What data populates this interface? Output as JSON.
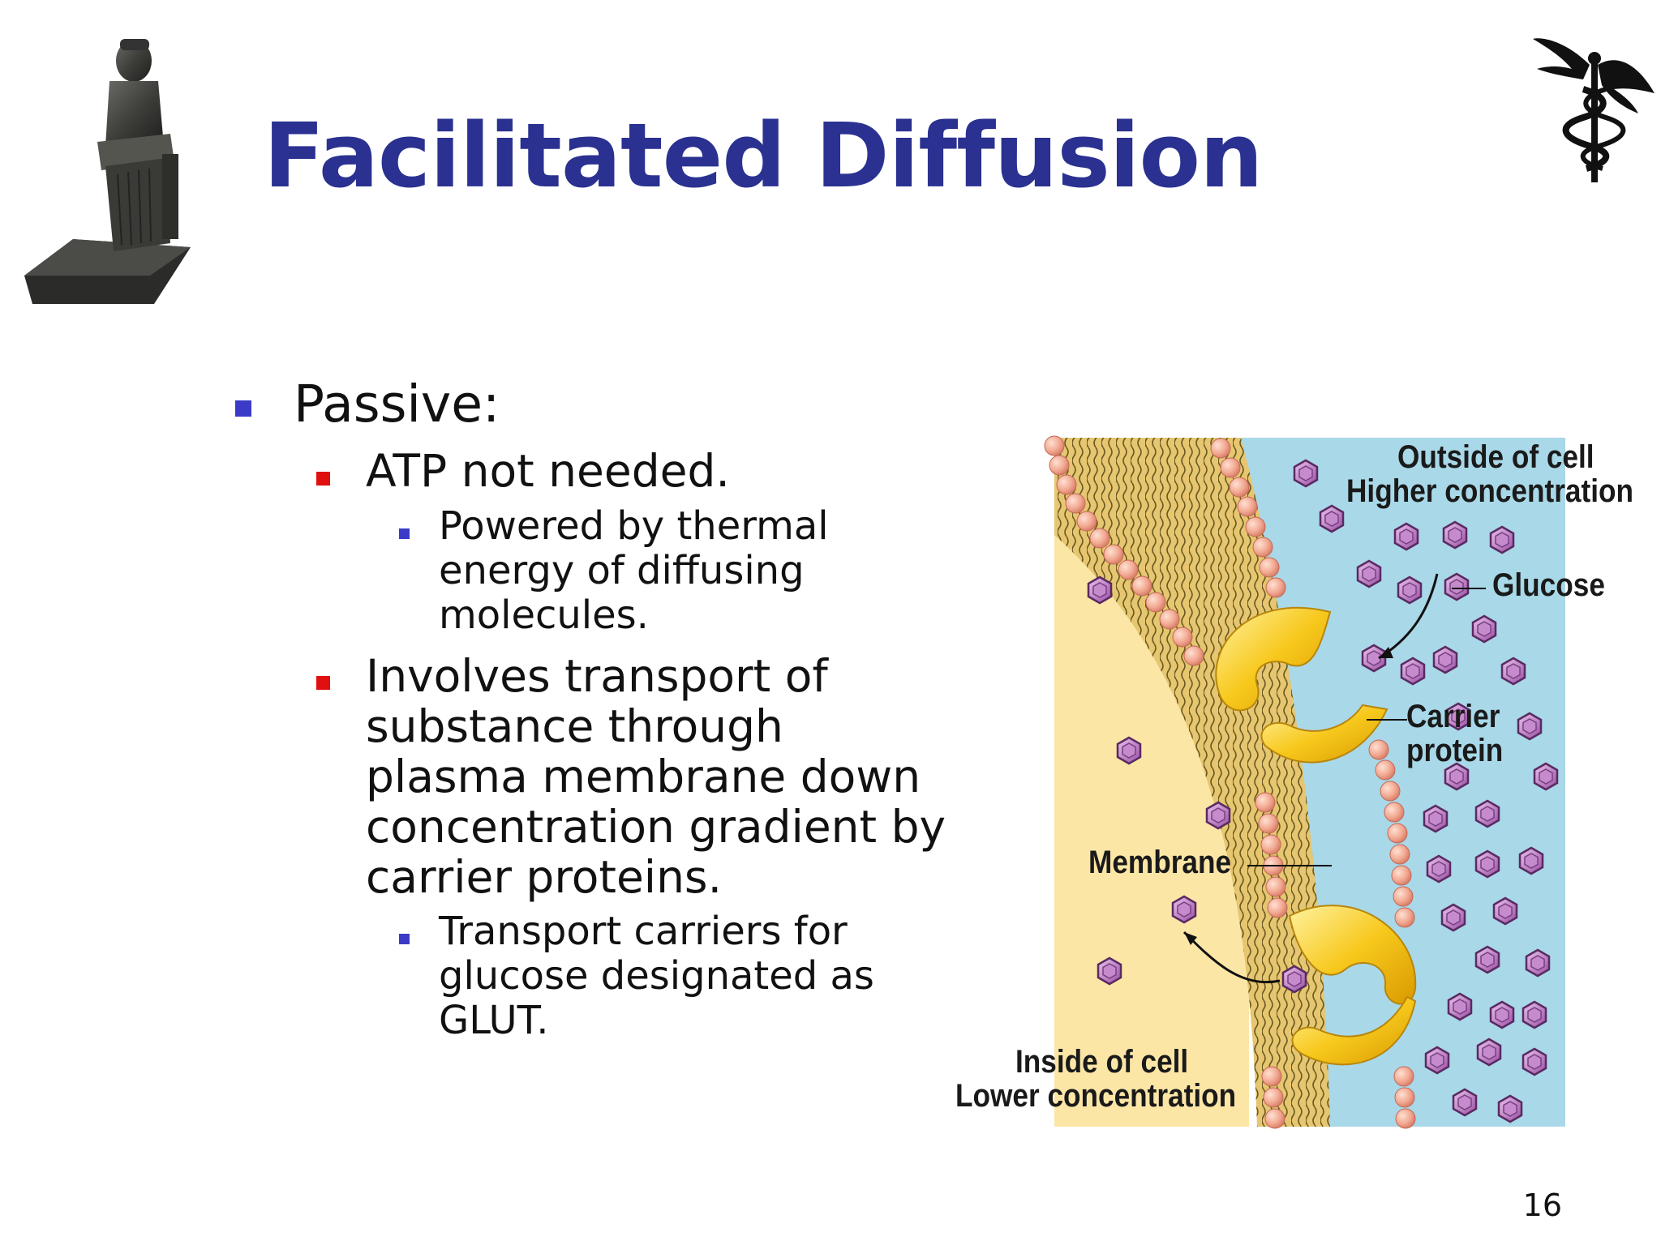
{
  "slide": {
    "title": "Facilitated Diffusion",
    "page_number": "16"
  },
  "bullets": {
    "b1": "Passive:",
    "b1_1": "ATP not needed.",
    "b1_1_1": [
      "Powered by thermal",
      "energy of diffusing",
      "molecules."
    ],
    "b1_2": [
      "Involves transport of",
      "substance through",
      "plasma membrane down",
      "concentration gradient by",
      "carrier proteins."
    ],
    "b1_2_1": [
      "Transport carriers for",
      "glucose designated as",
      "GLUT."
    ]
  },
  "diagram": {
    "outside_label": "Outside of cell",
    "higher_label": "Higher concentration",
    "glucose_label": "Glucose",
    "carrier_label_1": "Carrier",
    "carrier_label_2": "protein",
    "membrane_label": "Membrane",
    "inside_label": "Inside of cell",
    "lower_label": "Lower concentration"
  },
  "colors": {
    "title": "#2a3190",
    "level1_bullet": "#3b3bc8",
    "level2_bullet": "#e01010",
    "level3_bullet": "#3b3bc8",
    "outside_cell": "#a9d8e8",
    "inside_cell": "#fbe6a6",
    "glucose": "#b070b8",
    "carrier": "#f5c518"
  },
  "icons": {
    "statue": "seated-scribe-statue-image",
    "caduceus": "caduceus-icon"
  }
}
